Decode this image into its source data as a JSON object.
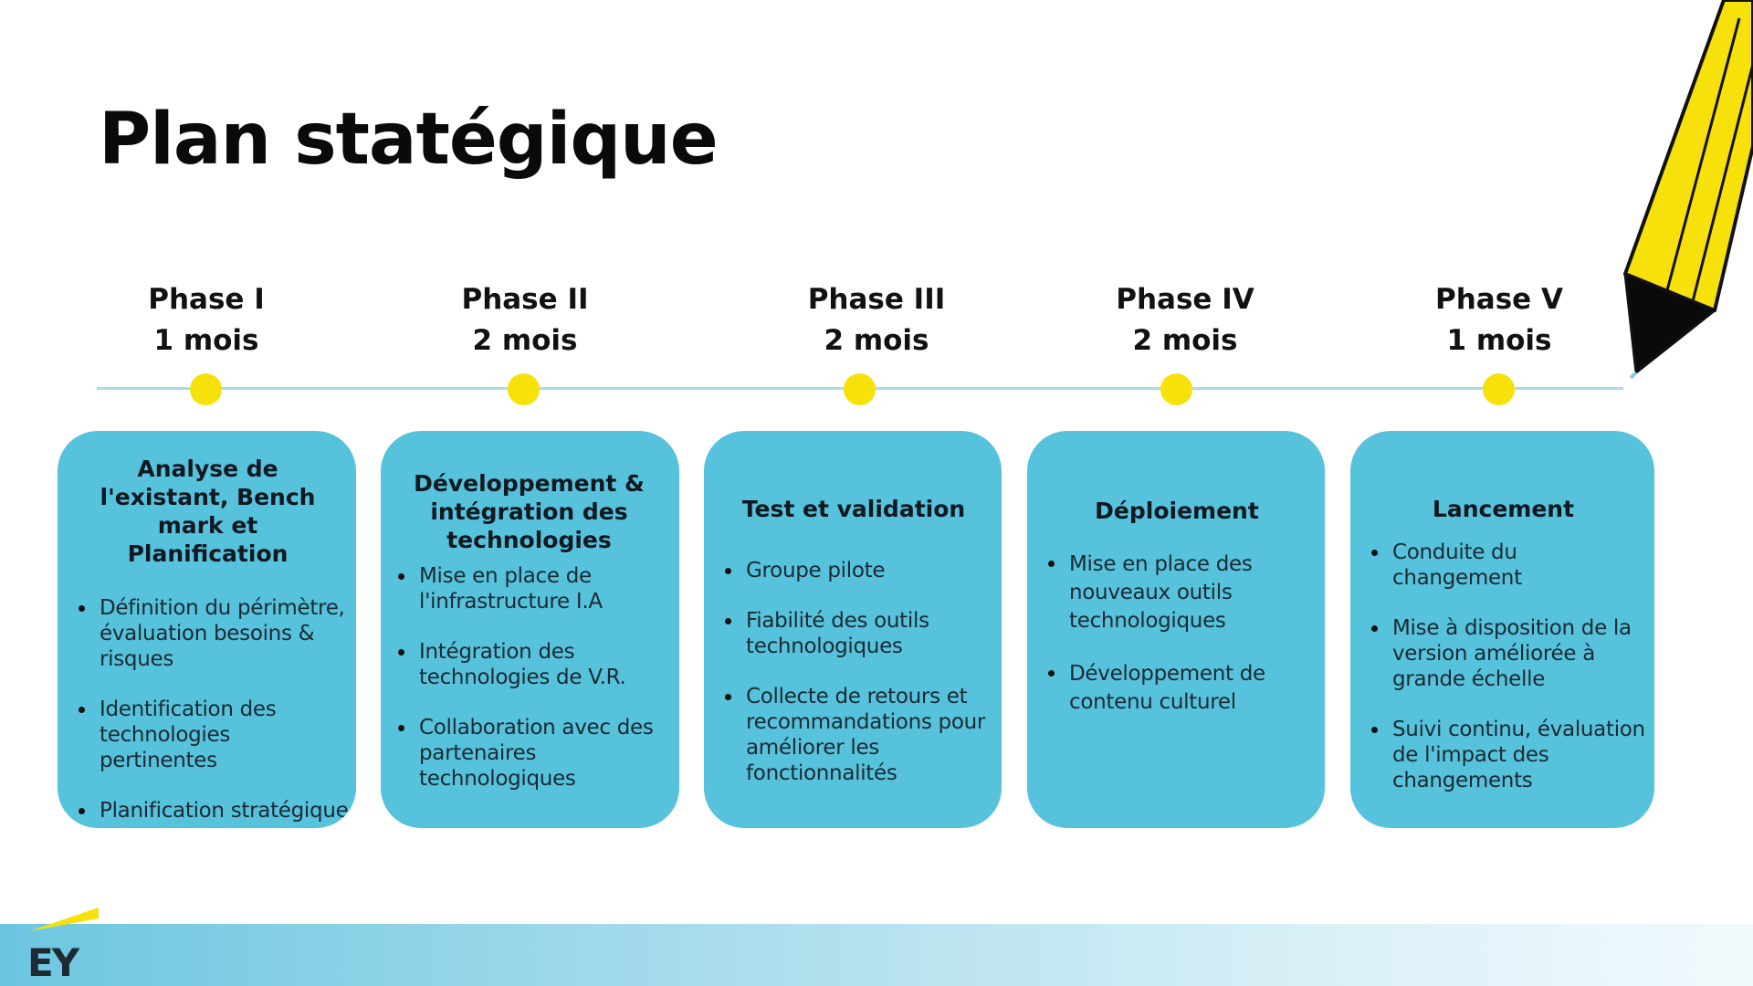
{
  "title": "Plan statégique",
  "brand": "EY",
  "colors": {
    "card": "#56c2dc",
    "dot": "#f7e10a",
    "line": "#a9dbe8",
    "pencil": "#f7e10a"
  },
  "phases": [
    {
      "name": "Phase I",
      "duration": "1 mois",
      "card_title": "Analyse de l'existant, Bench mark et Planification",
      "items": [
        "Définition du périmètre, évaluation besoins & risques",
        "Identification des technologies pertinentes",
        "Planification stratégique"
      ]
    },
    {
      "name": "Phase II",
      "duration": "2 mois",
      "card_title": "Développement & intégration des technologies",
      "items": [
        "Mise en place de l'infrastructure I.A",
        "Intégration des technologies de V.R.",
        "Collaboration avec des partenaires technologiques"
      ]
    },
    {
      "name": "Phase III",
      "duration": "2 mois",
      "card_title": "Test et validation",
      "items": [
        "Groupe pilote",
        "Fiabilité des outils technologiques",
        "Collecte de retours et recommandations pour améliorer les fonctionnalités"
      ]
    },
    {
      "name": "Phase IV",
      "duration": "2 mois",
      "card_title": "Déploiement",
      "items": [
        "Mise en place des nouveaux outils technologiques",
        "Développement de contenu culturel"
      ]
    },
    {
      "name": "Phase V",
      "duration": "1 mois",
      "card_title": "Lancement",
      "items": [
        "Conduite du changement",
        "Mise à disposition de la version améliorée à grande échelle",
        "Suivi continu, évaluation de l'impact des changements"
      ]
    }
  ]
}
